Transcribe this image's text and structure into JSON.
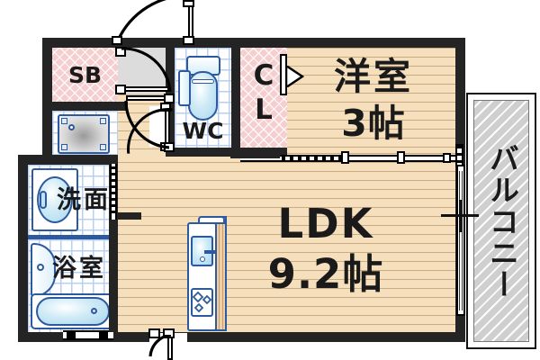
{
  "plan": {
    "type": "floor-plan",
    "unit_area_labels": true,
    "rooms": [
      {
        "id": "yoshitsu",
        "label": "洋室",
        "size": "3帖",
        "floor": "wood",
        "name": "western-room"
      },
      {
        "id": "ldk",
        "label": "LDK",
        "size": "9.2帖",
        "floor": "wood",
        "name": "ldk-room"
      },
      {
        "id": "balcony",
        "label": "バルコニー",
        "orientation": "vertical",
        "name": "balcony"
      },
      {
        "id": "wc",
        "label": "WC",
        "floor": "tile",
        "name": "toilet-room"
      },
      {
        "id": "senmen",
        "label": "洗面",
        "floor": "tile",
        "name": "washroom"
      },
      {
        "id": "yokushitsu",
        "label": "浴室",
        "floor": "tile",
        "name": "bathroom"
      },
      {
        "id": "sb",
        "label": "SB",
        "floor": "pink",
        "name": "shoe-box"
      },
      {
        "id": "cl",
        "label": "CL",
        "floor": "pink",
        "name": "closet"
      }
    ],
    "colors": {
      "wood_floor": "#f6dfbc",
      "pink_closet": "#f5cfcf",
      "tile_blue": "#b9cff2",
      "wall": "#242424",
      "balcony": "#cfcfcf",
      "fixture_outline": "#2d5a9e",
      "text": "#1a1a1a"
    },
    "fixtures": [
      {
        "name": "toilet-fixture",
        "room": "wc"
      },
      {
        "name": "washing-machine-pan",
        "room": "utility"
      },
      {
        "name": "sink-basin",
        "room": "senmen"
      },
      {
        "name": "shower-head",
        "room": "yokushitsu"
      },
      {
        "name": "bathtub",
        "room": "yokushitsu"
      },
      {
        "name": "kitchen-sink",
        "room": "ldk"
      },
      {
        "name": "gas-stove",
        "room": "ldk"
      }
    ],
    "doors": [
      {
        "name": "entrance-door",
        "type": "swing"
      },
      {
        "name": "sb-door",
        "type": "swing"
      },
      {
        "name": "hall-door",
        "type": "swing"
      },
      {
        "name": "wc-door",
        "type": "swing"
      },
      {
        "name": "senmen-door",
        "type": "sliding"
      },
      {
        "name": "ldk-entry-door",
        "type": "swing"
      },
      {
        "name": "room-partition",
        "type": "sliding"
      },
      {
        "name": "balcony-window",
        "type": "sliding"
      },
      {
        "name": "cl-door",
        "type": "folding"
      },
      {
        "name": "bath-window",
        "type": "window"
      }
    ]
  },
  "labels": {
    "western_room": "洋室",
    "western_room_size": "3帖",
    "ldk": "LDK",
    "ldk_size": "9.2帖",
    "balcony": "バルコニー",
    "wc": "WC",
    "washroom": "洗面",
    "bathroom": "浴室",
    "shoe_box": "SB",
    "closet_c": "C",
    "closet_l": "L"
  }
}
